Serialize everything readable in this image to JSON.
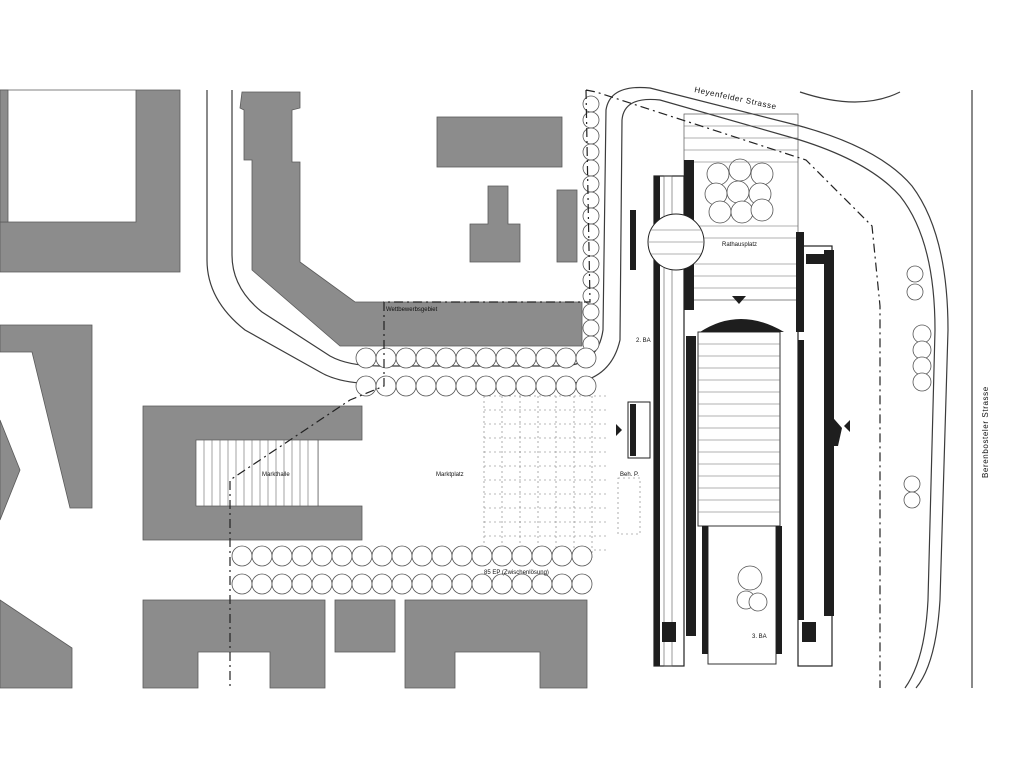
{
  "labels": {
    "wettbewerbsgebiet": "Wettbewerbsgebiet",
    "rathausplatz": "Rathausplatz",
    "markthalle": "Markthalle",
    "marktplatz": "Marktplatz",
    "bauabschnitt_2": "2. BA",
    "bauabschnitt_3": "3. BA",
    "behinderten_parking": "Beh. P.",
    "parking_interim": "85 EP (Zwischenlösung)"
  },
  "streets": {
    "north": "Heyenfelder Strasse",
    "east": "Berenbosteler Strasse"
  },
  "colors": {
    "building_fill": "#8c8c8c",
    "new_building_outline": "#1e1e1e",
    "background": "#ffffff"
  }
}
